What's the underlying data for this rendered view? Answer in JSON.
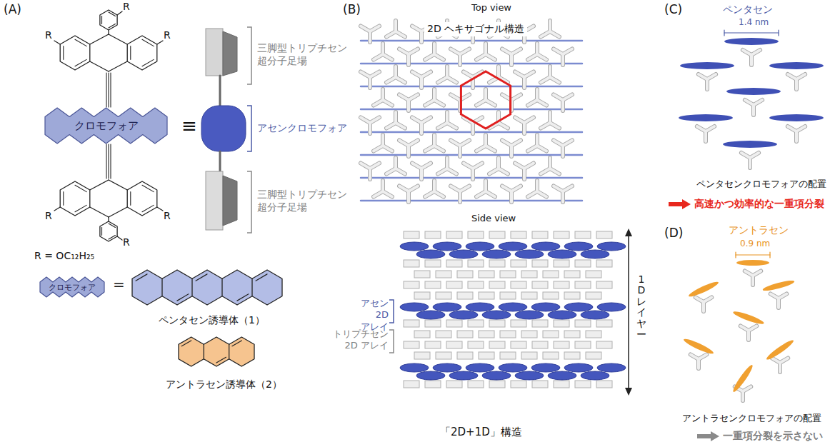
{
  "diagram": {
    "nodes": [
      {
        "text": [
          "クロモフォア"
        ]
      },
      {
        "text": [
          "クロモフォア"
        ]
      }
    ],
    "labels": [
      "(A)",
      "R",
      "R",
      "R",
      "R",
      "R",
      "R",
      "≡",
      "三脚型トリプチセン 超分子足場",
      "アセンクロモフォア",
      "三脚型トリプチセン 超分子足場",
      "R = OC₁₂H₂₅",
      "=",
      "ペンタセン誘導体（1）",
      "アントラセン誘導体（2）",
      "(B)",
      "Top view",
      "2D ヘキサゴナル構造",
      "Side view",
      "アセン 2D アレイ",
      "トリプチセン 2D アレイ",
      "1Dレイヤー",
      "「2D+1D」構造",
      "(C)",
      "ペンタセン",
      "1.4 nm",
      "ペンタセンクロモフォアの配置",
      "高速かつ効率的な一重項分裂",
      "(D)",
      "アントラセン",
      "0.9 nm",
      "アントラセンクロモフォアの配置",
      "一重項分裂を示さない"
    ]
  }
}
